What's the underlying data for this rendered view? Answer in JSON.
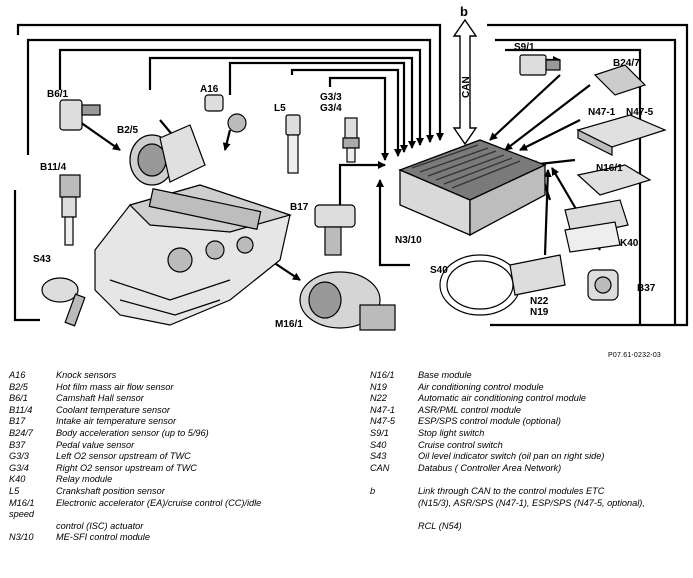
{
  "diagram": {
    "labels": {
      "b": "b",
      "can": "CAN",
      "B6_1": "B6/1",
      "B2_5": "B2/5",
      "A16": "A16",
      "L5": "L5",
      "G3_3": "G3/3",
      "G3_4": "G3/4",
      "S9_1": "S9/1",
      "B24_7": "B24/7",
      "N47_1": "N47-1",
      "N47_5": "N47-5",
      "N16_1": "N16/1",
      "B11_4": "B11/4",
      "B17": "B17",
      "N3_10": "N3/10",
      "K40": "K40",
      "S43": "S43",
      "S40": "S40",
      "N22": "N22",
      "N19": "N19",
      "B37": "B37",
      "M16_1": "M16/1"
    },
    "reference": "P07.61-0232-03"
  },
  "legend": {
    "left": [
      {
        "code": "A16",
        "desc": "Knock sensors"
      },
      {
        "code": "B2/5",
        "desc": "Hot film mass air flow sensor"
      },
      {
        "code": "B6/1",
        "desc": "Camshaft Hall sensor"
      },
      {
        "code": "B11/4",
        "desc": "Coolant temperature sensor"
      },
      {
        "code": "B17",
        "desc": "Intake air temperature sensor"
      },
      {
        "code": "B24/7",
        "desc": "Body acceleration sensor (up to 5/96)"
      },
      {
        "code": "B37",
        "desc": "Pedal value sensor"
      },
      {
        "code": "G3/3",
        "desc": "Left O2 sensor upstream of TWC"
      },
      {
        "code": "G3/4",
        "desc": "Right O2 sensor upstream of TWC"
      },
      {
        "code": "K40",
        "desc": "Relay module"
      },
      {
        "code": "L5",
        "desc": "Crankshaft position sensor"
      },
      {
        "code": "M16/1",
        "desc": "Electronic accelerator (EA)/cruise control (CC)/idle"
      },
      {
        "code": "speed",
        "desc": ""
      },
      {
        "code": "",
        "desc": "control (ISC) actuator"
      },
      {
        "code": "N3/10",
        "desc": "ME-SFI control module"
      }
    ],
    "right": [
      {
        "code": "N16/1",
        "desc": "Base module"
      },
      {
        "code": "N19",
        "desc": "Air conditioning control module"
      },
      {
        "code": "N22",
        "desc": "Automatic air conditioning control module"
      },
      {
        "code": "N47-1",
        "desc": "ASR/PML control module"
      },
      {
        "code": "N47-5",
        "desc": "ESP/SPS control module (optional)"
      },
      {
        "code": "S9/1",
        "desc": "Stop light switch"
      },
      {
        "code": "S40",
        "desc": "Cruise control switch"
      },
      {
        "code": "S43",
        "desc": "Oil level indicator switch (oil pan on right side)"
      },
      {
        "code": "CAN",
        "desc": "Databus ( Controller  Area  Network)"
      },
      {
        "code": "",
        "desc": ""
      },
      {
        "code": "b",
        "desc": "Link through CAN to the control modules ETC"
      },
      {
        "code": "",
        "desc": "(N15/3), ASR/SPS (N47-1), ESP/SPS (N47-5, optional),"
      },
      {
        "code": "",
        "desc": ""
      },
      {
        "code": "",
        "desc": "RCL (N54)"
      }
    ]
  }
}
